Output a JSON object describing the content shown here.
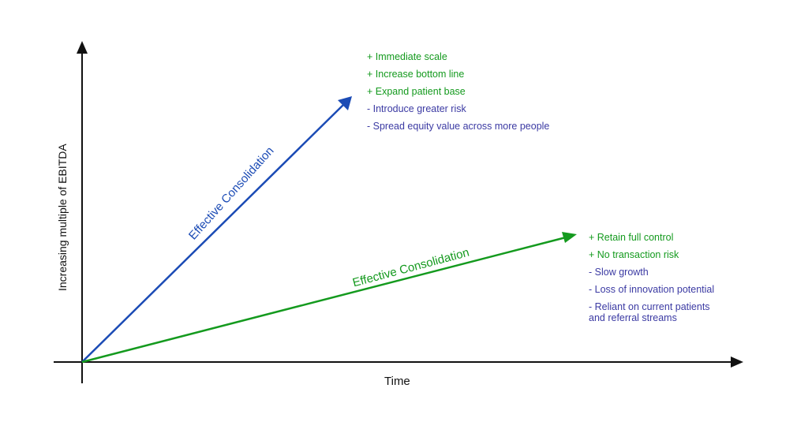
{
  "axes": {
    "x_title": "Time",
    "y_title": "Increasing multiple of EBITDA"
  },
  "blue_path": {
    "label": "Effective Consolidation",
    "color": "#1b4bb5",
    "bullets": [
      {
        "sign": "plus",
        "text": "+ Immediate scale"
      },
      {
        "sign": "plus",
        "text": "+ Increase bottom line"
      },
      {
        "sign": "plus",
        "text": "+ Expand patient base"
      },
      {
        "sign": "minus",
        "text": "- Introduce greater risk"
      },
      {
        "sign": "minus",
        "text": "- Spread equity value across more people"
      }
    ]
  },
  "green_path": {
    "label": "Effective Consolidation",
    "color": "#149a1e",
    "bullets": [
      {
        "sign": "plus",
        "text": "+ Retain full control"
      },
      {
        "sign": "plus",
        "text": "+ No transaction risk"
      },
      {
        "sign": "minus",
        "text": "- Slow growth"
      },
      {
        "sign": "minus",
        "text": "- Loss of innovation potential"
      },
      {
        "sign": "minus",
        "text": "- Reliant on current patients\n  and referral streams"
      }
    ]
  },
  "colors": {
    "plus_text": "#149a1e",
    "minus_text": "#3b3aa3",
    "axis": "#111111"
  }
}
